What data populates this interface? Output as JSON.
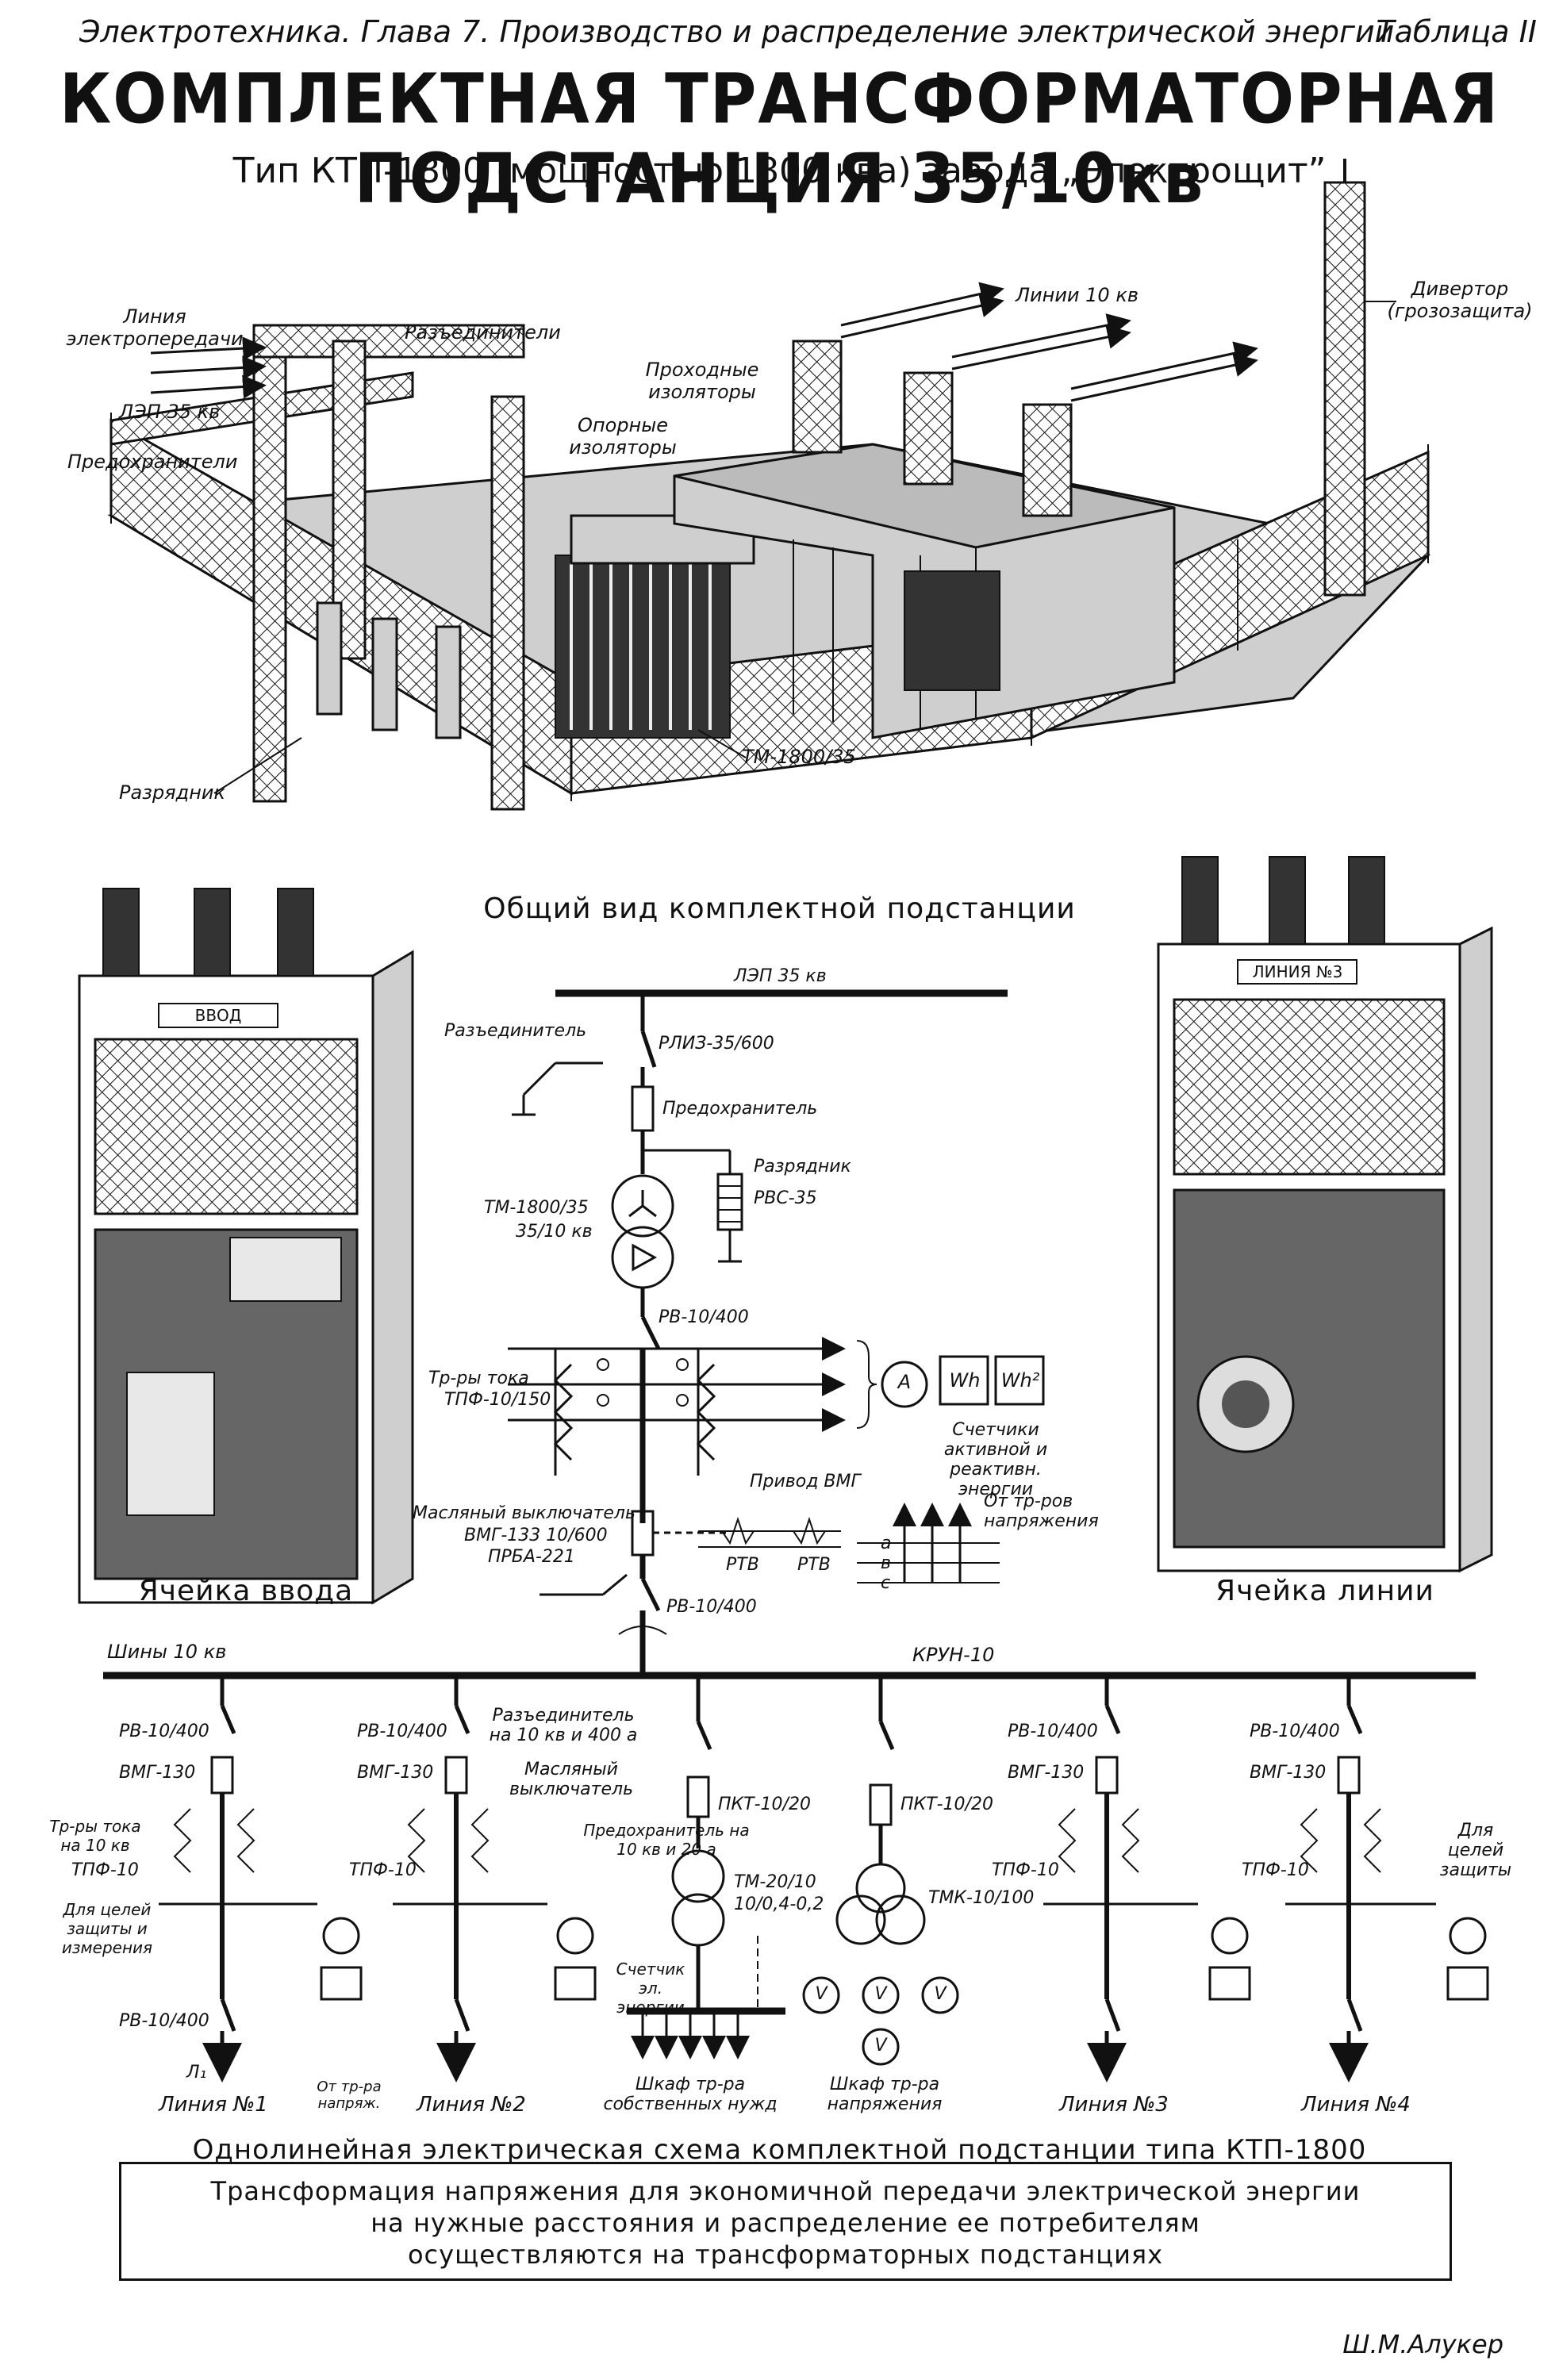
{
  "header": {
    "chapter": "Электротехника. Глава 7.  Производство и распределение электрической энергии",
    "table_no": "Таблица II",
    "title": "КОМПЛЕКТНАЯ ТРАНСФОРМАТОРНАЯ ПОДСТАНЦИЯ 35/10кв",
    "subtitle": "Тип КТП-1800 (мощностью 1800 ква) завода „Электрощит”"
  },
  "general_view": {
    "caption": "Общий вид комплектной подстанции",
    "labels": {
      "line_power": "Линия электропередачи",
      "lep35": "ЛЭП 35 кв",
      "disconnectors": "Разъединители",
      "fuses": "Предохранители",
      "arrester": "Разрядник",
      "through_insulators": "Проходные изоляторы",
      "support_insulators": "Опорные изоляторы",
      "lines10": "Линии 10 кв",
      "divertor": "Дивертор (грозозащита)",
      "transformer": "ТМ-1800/35"
    }
  },
  "cells": {
    "input_plate": "ВВОД",
    "input_caption": "Ячейка ввода",
    "line_plate": "ЛИНИЯ №3",
    "line_caption": "Ячейка линии"
  },
  "scheme": {
    "lep": "ЛЭП 35 кв",
    "disconnector": "Разъединитель",
    "rliz": "РЛИЗ-35/600",
    "fuse": "Предохранитель",
    "arrester": "Разрядник",
    "rvs": "РВС-35",
    "tm": "ТМ-1800/35",
    "tm_ratio": "35/10 кв",
    "rv_top": "РВ-10/400",
    "ct": "Тр-ры тока",
    "tpf": "ТПФ-10/150",
    "meters": "Счетчики активной и реактивн. энергии",
    "meter_a": "A",
    "meter_wh": "Wh",
    "meter_wh2": "Wh²",
    "drive": "Привод ВМГ",
    "from_vt": "От тр-ров напряжения",
    "breaker": "Масляный выключатель",
    "vmg133": "ВМГ-133 10/600",
    "prba": "ПРБА-221",
    "rtv": "РТВ",
    "phases": [
      "a",
      "в",
      "с"
    ],
    "rv_bottom": "РВ-10/400",
    "busbars": "Шины 10 кв",
    "krun": "КРУН-10",
    "feeders": {
      "rv": "РВ-10/400",
      "vmg": "ВМГ-130",
      "tpf": "ТПФ-10",
      "ct10": "Тр-ры тока на 10 кв",
      "protect_measure": "Для целей защиты и измерения",
      "protect": "Для целей защиты",
      "disc10": "Разъединитель на 10 кв и 400 а",
      "oil_breaker": "Масляный выключатель",
      "fuse10": "Предохранитель на 10 кв и 20 а",
      "pkt": "ПКТ-10/20",
      "tm20": "ТМ-20/10",
      "tm20_ratio": "10/0,4-0,2",
      "tmk": "ТМК-10/100",
      "meter_el": "Счетчик эл. энергии",
      "l1": "Л₁",
      "from_vt_short": "От тр-ра напряж.",
      "v": "V",
      "line1": "Линия №1",
      "line2": "Линия №2",
      "line3": "Линия №3",
      "line4": "Линия №4",
      "own_needs": "Шкаф тр-ра собственных нужд",
      "vt_cabinet": "Шкаф тр-ра напряжения"
    },
    "caption": "Однолинейная электрическая схема комплектной подстанции типа КТП-1800"
  },
  "note": [
    "Трансформация напряжения для экономичной передачи электрической энергии",
    "на нужные расстояния и распределение ее потребителям",
    "осуществляются на трансформаторных подстанциях"
  ],
  "author": "Ш.М.Алукер"
}
